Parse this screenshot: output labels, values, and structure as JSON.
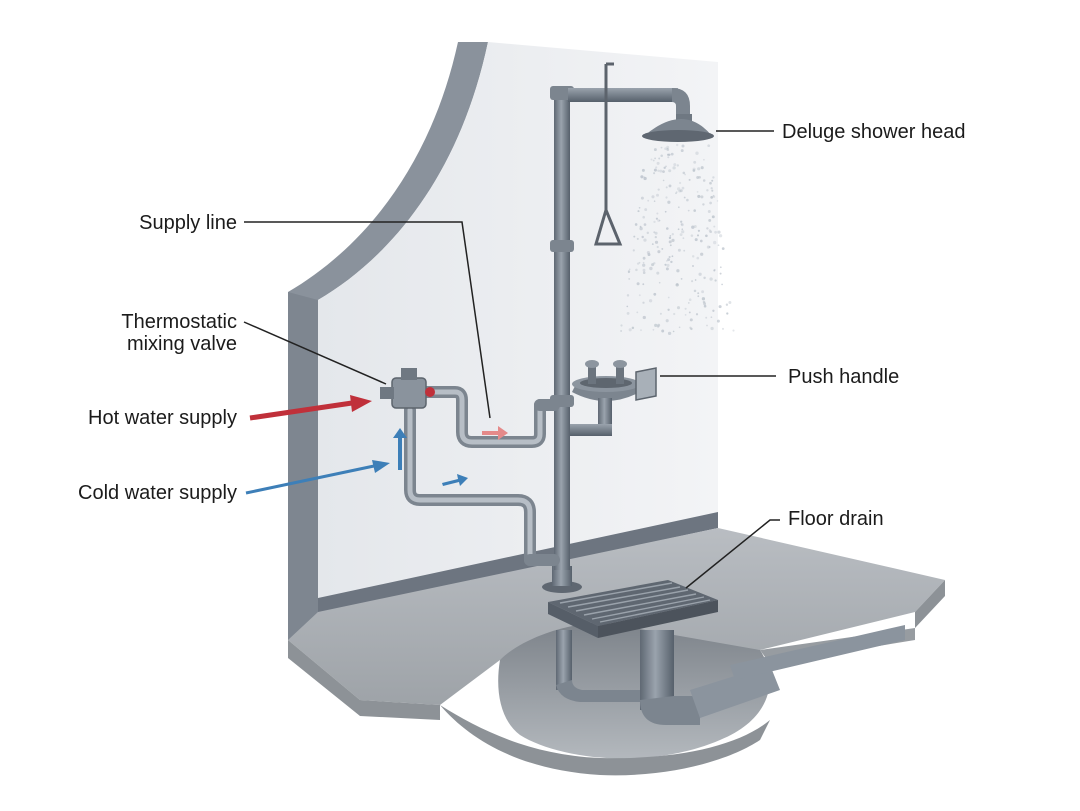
{
  "labels": {
    "deluge_shower_head": "Deluge shower head",
    "supply_line": "Supply line",
    "thermostatic_mixing_valve_line1": "Thermostatic",
    "thermostatic_mixing_valve_line2": "mixing valve",
    "hot_water_supply": "Hot water supply",
    "cold_water_supply": "Cold water supply",
    "push_handle": "Push handle",
    "floor_drain": "Floor drain"
  },
  "colors": {
    "hot": "#c0303a",
    "cold": "#3d7fb8",
    "pipe": "#6f7a86",
    "wall": "#eceef1",
    "concrete": "#a7acb1"
  }
}
